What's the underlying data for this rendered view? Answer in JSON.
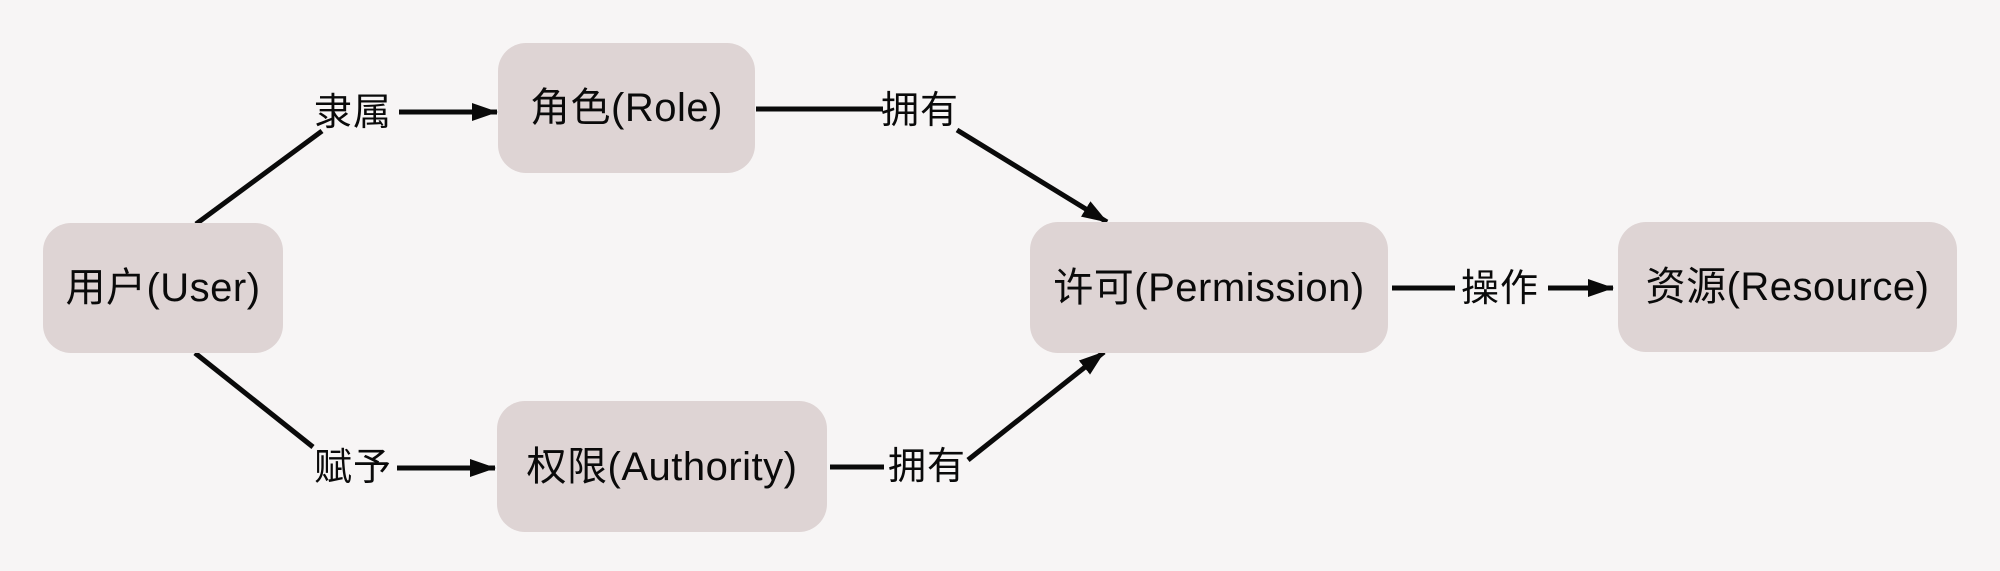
{
  "diagram": {
    "type": "flow-diagram",
    "nodes": [
      {
        "id": "user",
        "label": "用户(User)"
      },
      {
        "id": "role",
        "label": "角色(Role)"
      },
      {
        "id": "authority",
        "label": "权限(Authority)"
      },
      {
        "id": "permission",
        "label": "许可(Permission)"
      },
      {
        "id": "resource",
        "label": "资源(Resource)"
      }
    ],
    "edges": [
      {
        "from": "user",
        "to": "role",
        "label": "隶属"
      },
      {
        "from": "role",
        "to": "permission",
        "label": "拥有"
      },
      {
        "from": "user",
        "to": "authority",
        "label": "赋予"
      },
      {
        "from": "authority",
        "to": "permission",
        "label": "拥有"
      },
      {
        "from": "permission",
        "to": "resource",
        "label": "操作"
      }
    ],
    "colors": {
      "background": "#f7f5f5",
      "node_fill": "#ded4d4",
      "line": "#0a0a0a",
      "text": "#0a0a0a"
    }
  }
}
